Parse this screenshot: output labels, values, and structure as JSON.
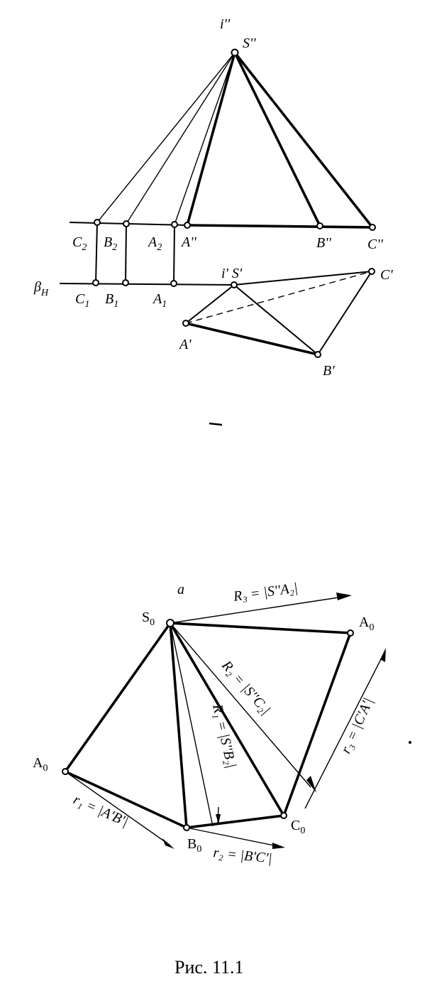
{
  "figure": {
    "caption": "Рис. 11.1",
    "part_label": "a"
  },
  "upper_drawing": {
    "labels": {
      "i_front": "i''",
      "s_front": "S''",
      "c2": "C",
      "c2_sub": "2",
      "b2": "B",
      "b2_sub": "2",
      "a2": "A",
      "a2_sub": "2",
      "a_front": "A''",
      "b_front": "B''",
      "c_front": "C''",
      "beta_h": "β",
      "beta_h_sub": "H",
      "c1": "C",
      "c1_sub": "1",
      "b1": "B",
      "b1_sub": "1",
      "a1": "A",
      "a1_sub": "1",
      "i_top": "i' S'",
      "c_top": "C'",
      "a_top": "A'",
      "b_top": "B'"
    }
  },
  "lower_drawing": {
    "labels": {
      "s0": "S",
      "s0_sub": "0",
      "a0_right": "A",
      "a0_right_sub": "0",
      "a0_left": "A",
      "a0_left_sub": "0",
      "b0": "B",
      "b0_sub": "0",
      "c0": "C",
      "c0_sub": "0",
      "R3": "R₃ = |S''A₂|",
      "R2": "R₂ = |S''C₂|",
      "R1": "R₁ = |S''B₂|",
      "r1": "r₁ = |A'B'|",
      "r2": "r₂ = |B'C'|",
      "r3": "r₃ = |C'A'|"
    }
  }
}
